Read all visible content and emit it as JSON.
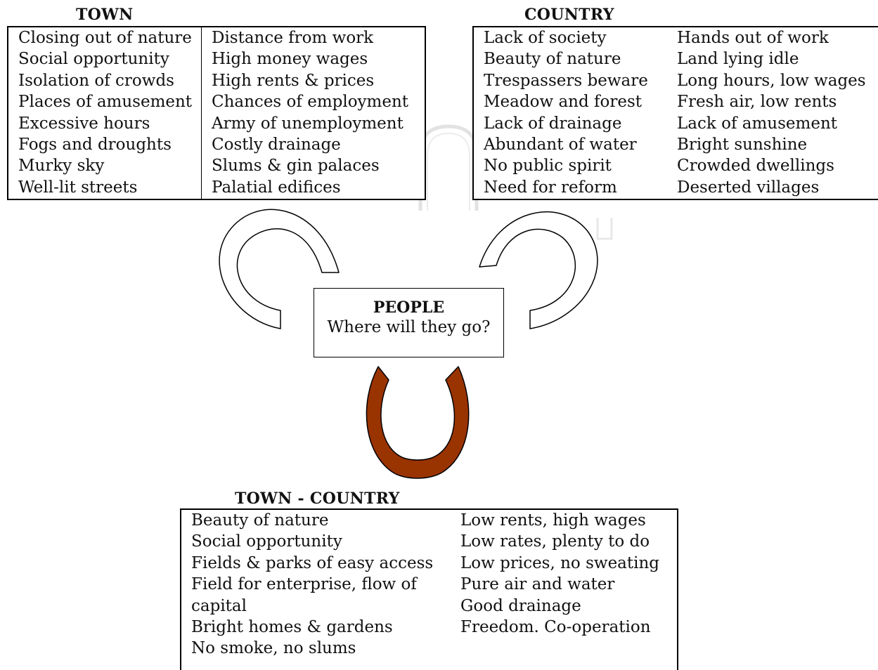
{
  "town": {
    "heading": "TOWN",
    "col1": [
      "Closing out of nature",
      "Social opportunity",
      "Isolation of crowds",
      "Places of amusement",
      "Excessive hours",
      "Fogs and droughts",
      "Murky sky",
      "Well-lit streets"
    ],
    "col2": [
      "Distance from work",
      "High money wages",
      "High rents & prices",
      "Chances of employment",
      "Army of unemployment",
      "Costly drainage",
      "Slums & gin palaces",
      "Palatial edifices"
    ]
  },
  "country": {
    "heading": "COUNTRY",
    "col1": [
      "Lack of society",
      "Beauty of nature",
      "Trespassers beware",
      "Meadow and forest",
      "Lack of drainage",
      "Abundant of water",
      "No public spirit",
      "Need for reform"
    ],
    "col2": [
      "Hands out of work",
      "Land lying idle",
      "Long hours, low wages",
      "Fresh air, low rents",
      "Lack of amusement",
      "Bright sunshine",
      "Crowded dwellings",
      "Deserted villages"
    ]
  },
  "people": {
    "title": "PEOPLE",
    "subtitle": "Where will they go?"
  },
  "town_country": {
    "heading": "TOWN - COUNTRY",
    "col1": [
      "Beauty of nature",
      "Social opportunity",
      "Fields & parks of easy access",
      "Field for enterprise, flow of",
      "capital",
      "Bright homes & gardens",
      "No smoke, no slums"
    ],
    "col2": [
      "Low rents, high wages",
      "Low rates, plenty to do",
      "Low prices, no sweating",
      "Pure air and water",
      "Good drainage",
      "Freedom. Co-operation"
    ]
  },
  "colors": {
    "magnet_fill": "#993300",
    "magnet_outline": "#000000",
    "watermark": "#dddddd"
  }
}
